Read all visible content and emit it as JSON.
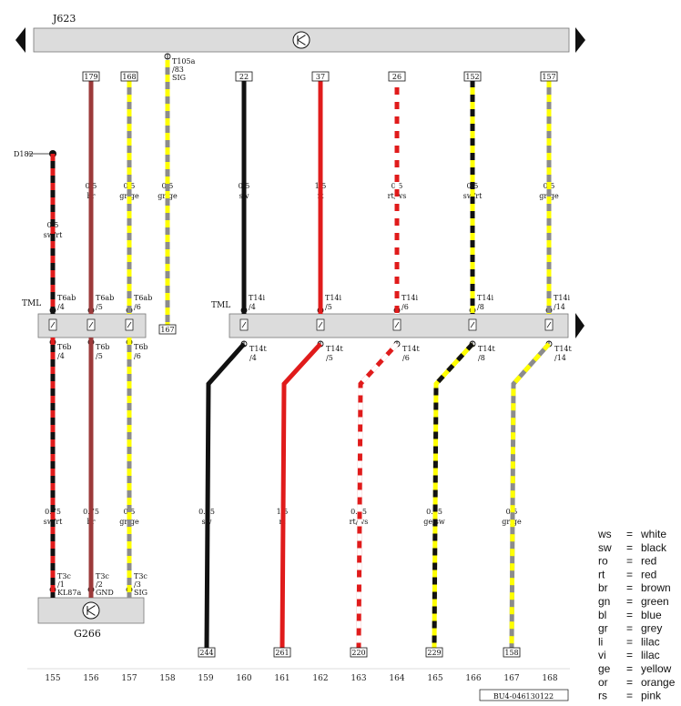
{
  "diagram": {
    "top_unit": {
      "name": "J623"
    },
    "harness_label": "TML",
    "left_splice": "D182",
    "bottom_unit": {
      "name": "G266"
    },
    "drawing_id": "BU4-046130122",
    "colors": {
      "sw": "#111111",
      "rt": "#e01b1b",
      "ws": "#ffffff",
      "br": "#9c3a3a",
      "gr": "#8c8c8c",
      "ge": "#ffff00",
      "bar": "#dcdcdc"
    },
    "top_branch": {
      "label_lines": [
        "T105a",
        "/83",
        "SIG"
      ],
      "gauge": "0.5",
      "code": "gr/ge",
      "ref": "167",
      "colors": [
        "gr",
        "ge"
      ]
    },
    "left_group": [
      {
        "start_type": "dot",
        "start_label": "",
        "gauge_top": "0.5",
        "code_top": "sw/rt",
        "conn_top": [
          "T6ab",
          "/4"
        ],
        "conn_bot": [
          "T6b",
          "/4"
        ],
        "gauge_bot": "0.75",
        "code_bot": "sw/rt",
        "pin": [
          "T3c",
          "/1",
          "KL87a"
        ],
        "colors": [
          "sw",
          "rt"
        ]
      },
      {
        "start_type": "box",
        "start_label": "179",
        "gauge_top": "0.5",
        "code_top": "br",
        "conn_top": [
          "T6ab",
          "/5"
        ],
        "conn_bot": [
          "T6b",
          "/5"
        ],
        "gauge_bot": "0.75",
        "code_bot": "br",
        "pin": [
          "T3c",
          "/2",
          "GND"
        ],
        "colors": [
          "br"
        ]
      },
      {
        "start_type": "box",
        "start_label": "168",
        "gauge_top": "0.5",
        "code_top": "gr/ge",
        "conn_top": [
          "T6ab",
          "/6"
        ],
        "conn_bot": [
          "T6b",
          "/6"
        ],
        "gauge_bot": "0.5",
        "code_bot": "gr/ge",
        "pin": [
          "T3c",
          "/3",
          "SIG"
        ],
        "colors": [
          "gr",
          "ge"
        ]
      }
    ],
    "right_group": [
      {
        "start_label": "22",
        "gauge_top": "0.5",
        "code_top": "sw",
        "conn_top": [
          "T14i",
          "/4"
        ],
        "conn_bot": [
          "T14t",
          "/4"
        ],
        "gauge_bot": "0.75",
        "code_bot": "sw",
        "end_ref": "244",
        "colors": [
          "sw"
        ]
      },
      {
        "start_label": "37",
        "gauge_top": "1.5",
        "code_top": "rt",
        "conn_top": [
          "T14i",
          "/5"
        ],
        "conn_bot": [
          "T14t",
          "/5"
        ],
        "gauge_bot": "1.5",
        "code_bot": "rt",
        "end_ref": "261",
        "colors": [
          "rt"
        ]
      },
      {
        "start_label": "26",
        "gauge_top": "0.5",
        "code_top": "rt/ws",
        "conn_top": [
          "T14i",
          "/6"
        ],
        "conn_bot": [
          "T14t",
          "/6"
        ],
        "gauge_bot": "0.75",
        "code_bot": "rt/ws",
        "end_ref": "220",
        "colors": [
          "rt",
          "ws"
        ]
      },
      {
        "start_label": "152",
        "gauge_top": "0.5",
        "code_top": "sw/rt",
        "conn_top": [
          "T14i",
          "/8"
        ],
        "conn_bot": [
          "T14t",
          "/8"
        ],
        "gauge_bot": "0.75",
        "code_bot": "ge/sw",
        "end_ref": "229",
        "colors": [
          "ge",
          "sw"
        ]
      },
      {
        "start_label": "157",
        "gauge_top": "0.5",
        "code_top": "gr/ge",
        "conn_top": [
          "T14i",
          "/14"
        ],
        "conn_bot": [
          "T14t",
          "/14"
        ],
        "gauge_bot": "0.5",
        "code_bot": "gr/ge",
        "end_ref": "158",
        "colors": [
          "gr",
          "ge"
        ]
      }
    ],
    "columns": [
      "155",
      "156",
      "157",
      "158",
      "159",
      "160",
      "161",
      "162",
      "163",
      "164",
      "165",
      "166",
      "167",
      "168"
    ]
  },
  "legend": [
    {
      "abbr": "ws",
      "eq": "=",
      "name": "white"
    },
    {
      "abbr": "sw",
      "eq": "=",
      "name": "black"
    },
    {
      "abbr": "ro",
      "eq": "=",
      "name": "red"
    },
    {
      "abbr": "rt",
      "eq": "=",
      "name": "red"
    },
    {
      "abbr": "br",
      "eq": "=",
      "name": "brown"
    },
    {
      "abbr": "gn",
      "eq": "=",
      "name": "green"
    },
    {
      "abbr": "bl",
      "eq": "=",
      "name": "blue"
    },
    {
      "abbr": "gr",
      "eq": "=",
      "name": "grey"
    },
    {
      "abbr": "li",
      "eq": "=",
      "name": "lilac"
    },
    {
      "abbr": "vi",
      "eq": "=",
      "name": "lilac"
    },
    {
      "abbr": "ge",
      "eq": "=",
      "name": "yellow"
    },
    {
      "abbr": "or",
      "eq": "=",
      "name": "orange"
    },
    {
      "abbr": "rs",
      "eq": "=",
      "name": "pink"
    }
  ]
}
